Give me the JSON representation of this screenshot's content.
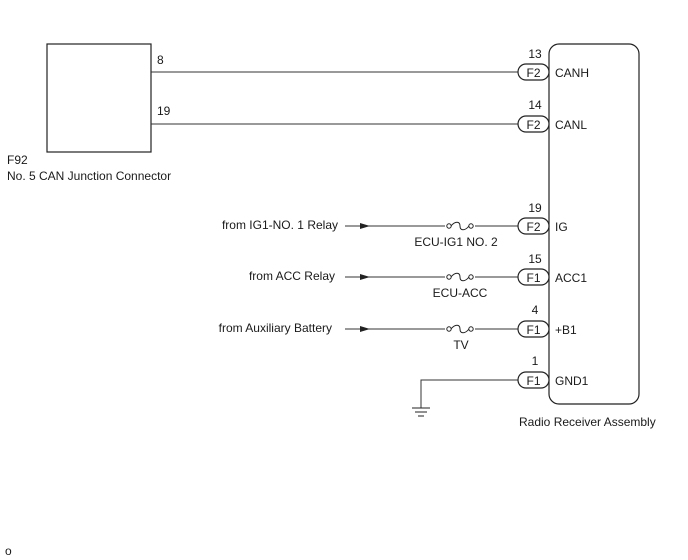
{
  "junction_connector": {
    "code": "F92",
    "name": "No. 5 CAN Junction Connector",
    "pins": [
      "8",
      "19"
    ]
  },
  "radio_receiver": {
    "name": "Radio Receiver Assembly",
    "terminals": [
      {
        "pin": "13",
        "connector": "F2",
        "label": "CANH"
      },
      {
        "pin": "14",
        "connector": "F2",
        "label": "CANL"
      },
      {
        "pin": "19",
        "connector": "F2",
        "label": "IG"
      },
      {
        "pin": "15",
        "connector": "F1",
        "label": "ACC1"
      },
      {
        "pin": "4",
        "connector": "F1",
        "label": "+B1"
      },
      {
        "pin": "1",
        "connector": "F1",
        "label": "GND1"
      }
    ]
  },
  "power_inputs": [
    {
      "source": "from IG1-NO. 1 Relay",
      "fuse": "ECU-IG1 NO. 2"
    },
    {
      "source": "from ACC Relay",
      "fuse": "ECU-ACC"
    },
    {
      "source": "from Auxiliary Battery",
      "fuse": "TV"
    }
  ],
  "footer": {
    "marker": "o"
  }
}
